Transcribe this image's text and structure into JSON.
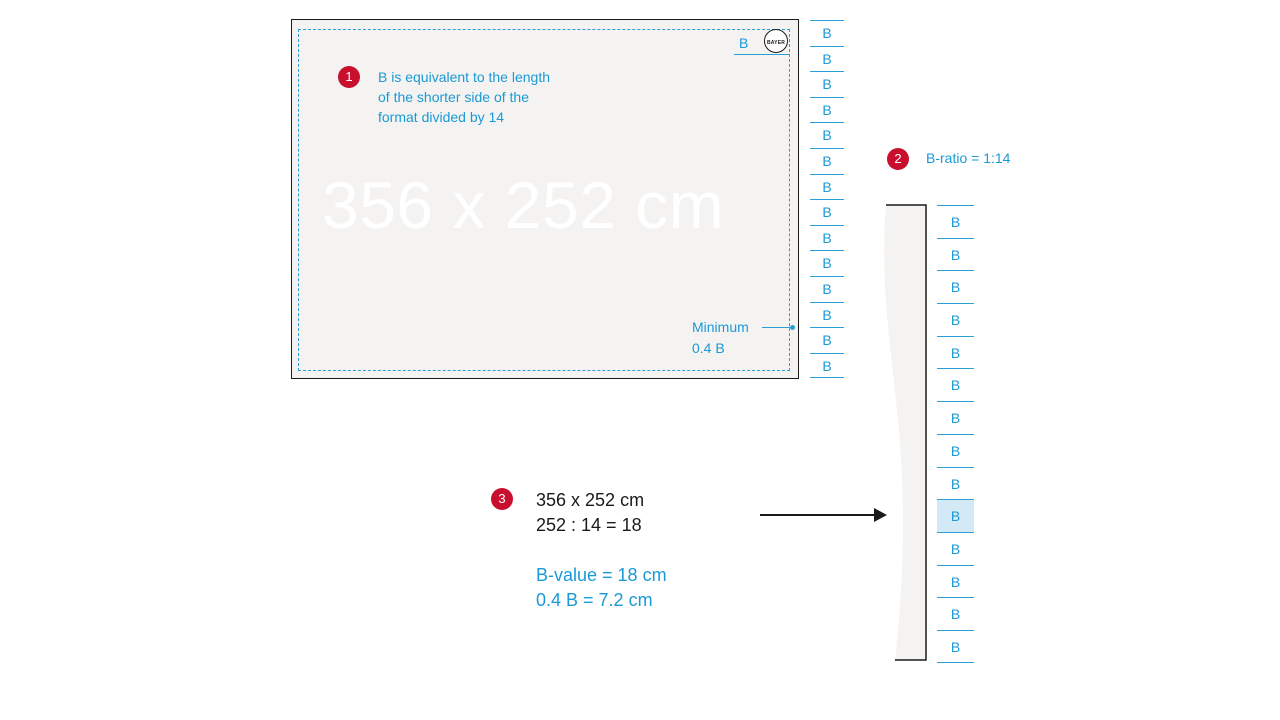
{
  "poster": {
    "size_watermark": "356 x 252 cm",
    "top_b_label": "B",
    "logo_text": "BAYER",
    "minimum_line1": "Minimum",
    "minimum_line2": "0.4 B"
  },
  "note1": {
    "badge": "1",
    "line1": "B is equivalent to the length",
    "line2": "of the shorter side of the",
    "line3": "format divided by 14"
  },
  "scale_column": [
    "B",
    "B",
    "B",
    "B",
    "B",
    "B",
    "B",
    "B",
    "B",
    "B",
    "B",
    "B",
    "B",
    "B"
  ],
  "note2": {
    "badge": "2",
    "text": "B-ratio = 1:14"
  },
  "tall_scale_column": [
    "B",
    "B",
    "B",
    "B",
    "B",
    "B",
    "B",
    "B",
    "B",
    "B",
    "B",
    "B",
    "B",
    "B"
  ],
  "highlighted_index": 9,
  "note3": {
    "badge": "3",
    "line1": "356 x 252 cm",
    "line2": "252 : 14 = 18",
    "line3": "B-value = 18 cm",
    "line4": "0.4 B =  7.2 cm"
  },
  "colors": {
    "accent_blue": "#1a9ad6",
    "badge_red": "#c8102e",
    "highlight": "#d3e9f6"
  }
}
